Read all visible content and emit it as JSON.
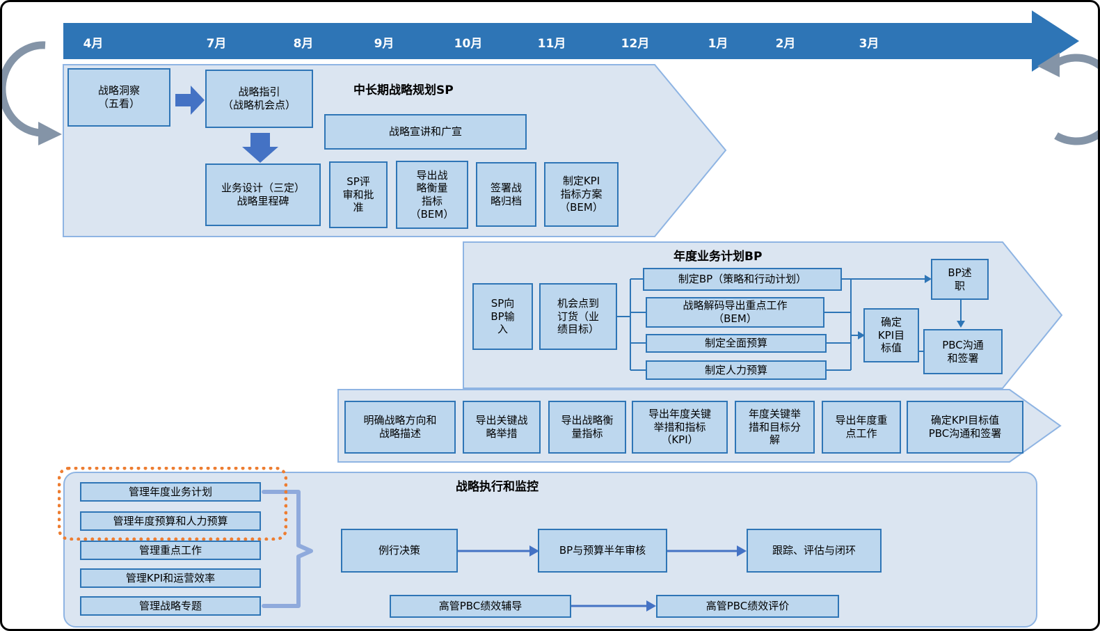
{
  "colors": {
    "timeline_blue": "#2e75b6",
    "box_fill": "#bdd7ee",
    "box_border": "#2e75b6",
    "container_fill": "#dbe5f1",
    "container_border": "#8eb4e3",
    "block_arrow_blue": "#4472c4",
    "highlight_orange": "#ed7d31",
    "cycle_arrow_gray": "#8494a7"
  },
  "timeline": {
    "months": [
      "4月",
      "7月",
      "8月",
      "9月",
      "10月",
      "11月",
      "12月",
      "1月",
      "2月",
      "3月"
    ]
  },
  "sp": {
    "title": "中长期战略规划SP",
    "insight": "战略洞察\n（五看）",
    "guide": "战略指引\n（战略机会点）",
    "preach": "战略宣讲和广宣",
    "design": "业务设计（三定）\n战略里程碑",
    "review": "SP评\n审和批\n准",
    "bem_export": "导出战\n略衡量\n指标\n（BEM）",
    "sign": "签署战\n略归档",
    "kpi_plan": "制定KPI\n指标方案\n（BEM）"
  },
  "bp": {
    "title": "年度业务计划BP",
    "sp_input": "SP向\nBP输\n入",
    "opportunity": "机会点到\n订货（业\n绩目标）",
    "make_bp": "制定BP（策略和行动计划）",
    "decode": "战略解码导出重点工作\n（BEM）",
    "budget": "制定全面预算",
    "hr_budget": "制定人力预算",
    "kpi_target": "确定\nKPI目\n标值",
    "bp_report": "BP述\n职",
    "pbc": "PBC沟通\n和签署"
  },
  "strip": {
    "items": [
      "明确战略方向和\n战略描述",
      "导出关键战\n略举措",
      "导出战略衡\n量指标",
      "导出年度关键\n举措和指标\n（KPI）",
      "年度关键举\n措和目标分\n解",
      "导出年度重\n点工作",
      "确定KPI目标值\nPBC沟通和签署"
    ]
  },
  "exec": {
    "title": "战略执行和监控",
    "left_items": [
      "管理年度业务计划",
      "管理年度预算和人力预算",
      "管理重点工作",
      "管理KPI和运营效率",
      "管理战略专题"
    ],
    "routine": "例行决策",
    "half_year": "BP与预算半年审核",
    "track": "跟踪、评估与闭环",
    "coach": "高管PBC绩效辅导",
    "evaluate": "高管PBC绩效评价"
  }
}
